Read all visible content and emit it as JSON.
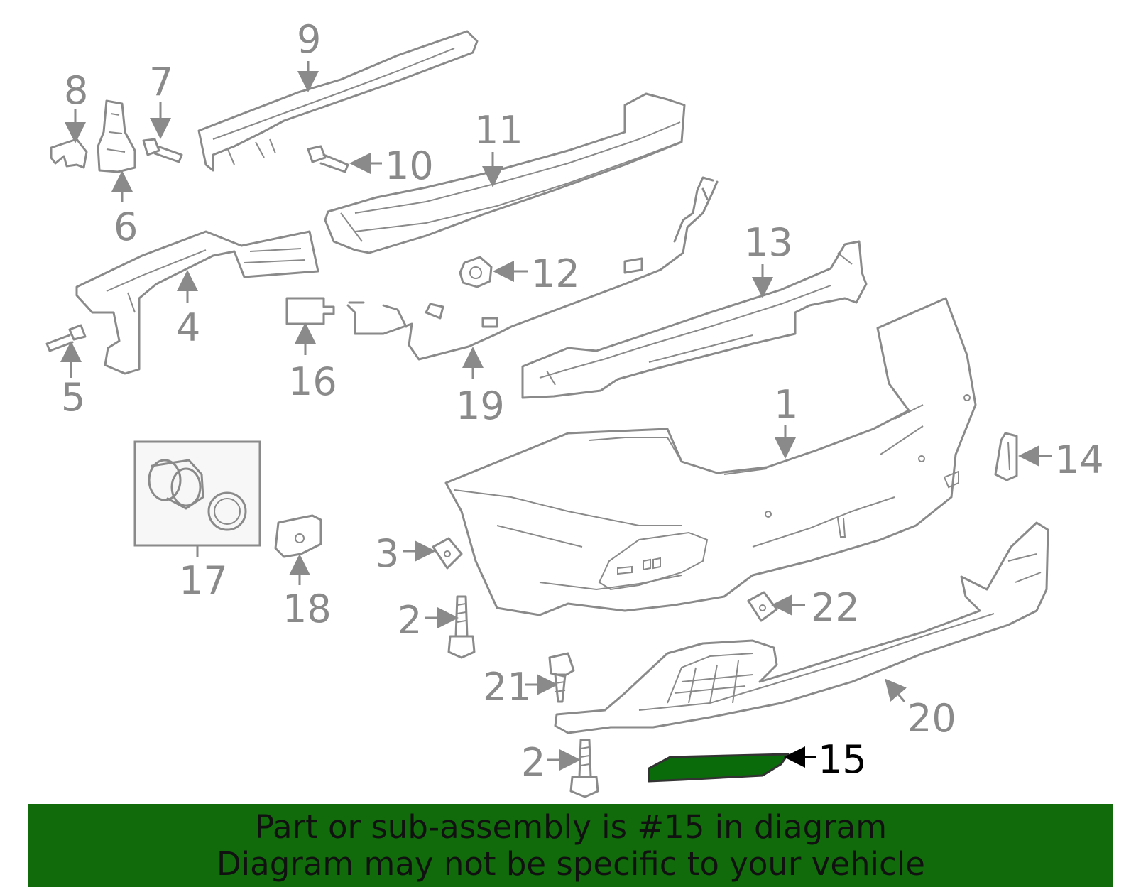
{
  "diagram": {
    "highlight_color": "#116b0b",
    "callouts": {
      "p1": "1",
      "p2a": "2",
      "p2b": "2",
      "p3": "3",
      "p4": "4",
      "p5": "5",
      "p6": "6",
      "p7": "7",
      "p8": "8",
      "p9": "9",
      "p10": "10",
      "p11": "11",
      "p12": "12",
      "p13": "13",
      "p14": "14",
      "p15": "15",
      "p16": "16",
      "p17": "17",
      "p18": "18",
      "p19": "19",
      "p20": "20",
      "p21": "21",
      "p22": "22"
    }
  },
  "banner": {
    "line1": "Part or sub-assembly is #15 in diagram",
    "line2": "Diagram may not be specific to your vehicle"
  }
}
